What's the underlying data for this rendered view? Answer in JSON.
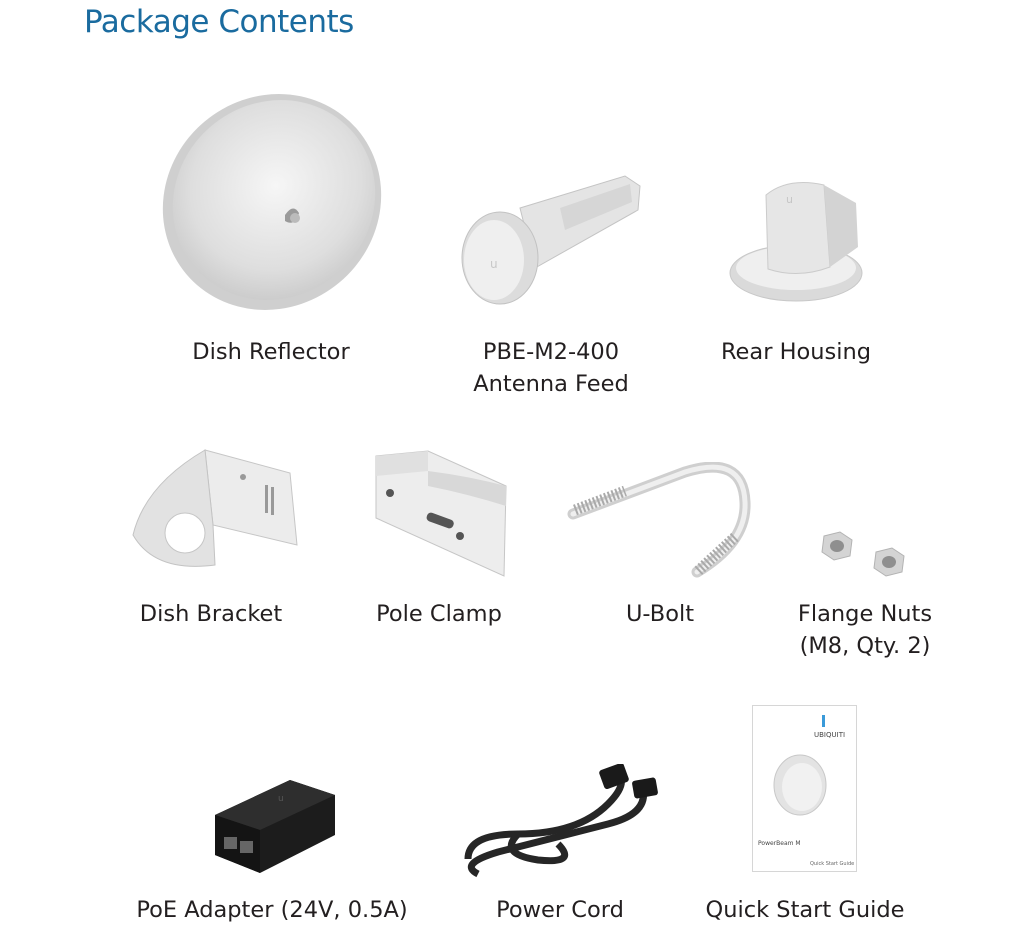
{
  "title": "Package Contents",
  "items": [
    {
      "id": "dish-reflector",
      "lines": [
        "Dish Reflector"
      ]
    },
    {
      "id": "antenna-feed",
      "lines": [
        "PBE-M2-400",
        "Antenna Feed"
      ]
    },
    {
      "id": "rear-housing",
      "lines": [
        "Rear Housing"
      ]
    },
    {
      "id": "dish-bracket",
      "lines": [
        "Dish Bracket"
      ]
    },
    {
      "id": "pole-clamp",
      "lines": [
        "Pole Clamp"
      ]
    },
    {
      "id": "u-bolt",
      "lines": [
        "U-Bolt"
      ]
    },
    {
      "id": "flange-nuts",
      "lines": [
        "Flange Nuts",
        "(M8, Qty. 2)"
      ]
    },
    {
      "id": "poe-adapter",
      "lines": [
        "PoE Adapter (24V, 0.5A)"
      ]
    },
    {
      "id": "power-cord",
      "lines": [
        "Power Cord"
      ]
    },
    {
      "id": "quick-start-guide",
      "lines": [
        "Quick Start Guide"
      ]
    }
  ],
  "guide_cover": {
    "brand": "UBIQUITI",
    "product": "PowerBeam M",
    "footer": "Quick Start Guide"
  },
  "colors": {
    "title": "#1a6b9f",
    "text": "#231f20",
    "part": "#e9e9e9",
    "adapter": "#1c1c1c"
  }
}
